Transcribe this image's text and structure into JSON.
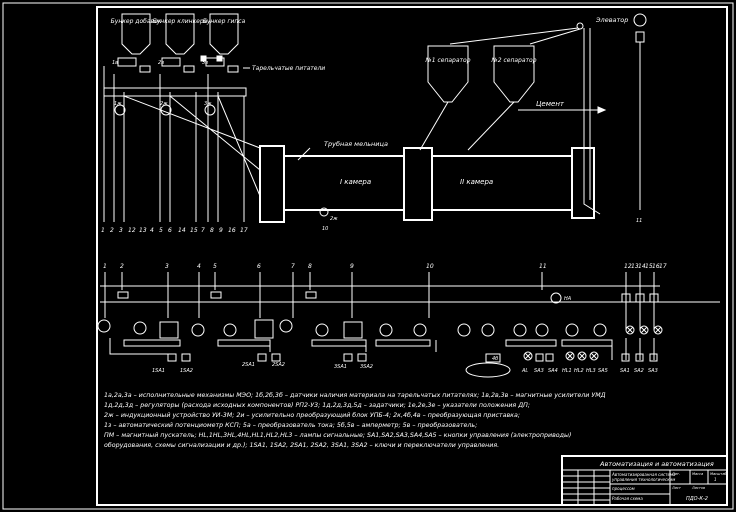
{
  "colors": {
    "background": "#000000",
    "lines": "#ffffff"
  },
  "process": {
    "bunkers": [
      "Бункер добавок",
      "Бункер клинкера",
      "Бункер гипса"
    ],
    "feeders_label": "Тарельчатые питатели",
    "elevator_label": "Элеватор",
    "separators": [
      "№1 сепаратор",
      "№2 сепаратор"
    ],
    "cement_label": "Цемент",
    "mill_label": "Трубная мельница",
    "chamber1": "I камера",
    "chamber2": "II камера",
    "tags": [
      "1в",
      "2в",
      "3в",
      "1ж",
      "2ж",
      "3ж",
      "2ж",
      "10",
      "11"
    ],
    "bottom_numbers": [
      "1",
      "2",
      "3",
      "12",
      "13",
      "4",
      "5",
      "6",
      "14",
      "15",
      "7",
      "8",
      "9",
      "16",
      "17"
    ]
  },
  "control": {
    "top_numbers": [
      "1",
      "2",
      "3",
      "4",
      "5",
      "6",
      "7",
      "8",
      "9",
      "10",
      "11",
      "12",
      "13",
      "14",
      "15",
      "16",
      "17"
    ],
    "labels": [
      "1SA1",
      "1SA2",
      "2SA1",
      "2SA2",
      "3SA1",
      "3SA2",
      "НА",
      "4б",
      "AL",
      "SA3",
      "SA4",
      "HL1",
      "HL2",
      "HL3",
      "SA5",
      "SA1",
      "SA2",
      "SA3"
    ]
  },
  "legend": [
    "1а,2а,3а – исполнительные механизмы МЭО; 1б,2б,3б – датчики наличия материала на тарельчатых питателях; 1в,2в,3в – магнитные усилители УМД",
    "1д,2д,3д – регуляторы (расхода исходных компонентов) РП2-У3; 1д,2д,3д,5д – задатчики; 1е,2е,3е – указатели положения ДП;",
    "2ж – индукционный устройство УИ-3М; 2и – усилительно преобразующий блок УПБ-4; 2к,4б,4в – преобразующая приставка;",
    "1з – автоматический потенциометр КСП; 5а – преобразователь тока; 5б,5в – амперметр; 5в – преобразователь;",
    "ПМ – магнитный пускатель; HL,1HL,3HL,4HL,HL1,HL2,HL3 – лампы сигнальные; SA1,SA2,SA3,SA4,SA5 – кнопки управления (электроприводы)",
    "оборудования, схемы сигнализации и др.); 1SA1, 1SA2, 2SA1, 2SA2, 3SA1, 3SA2 – ключи и переключатели управления."
  ],
  "title_block": {
    "sheet_title": "Автоматизация и автоматизация",
    "rows": [
      "Автоматизированная система",
      "управления технологическим",
      "процессом",
      "Рабочая схема",
      "ПДО-К-2"
    ],
    "cells": [
      "Лит.",
      "Масса",
      "Масштаб",
      "Лист",
      "Листов",
      "1"
    ]
  }
}
